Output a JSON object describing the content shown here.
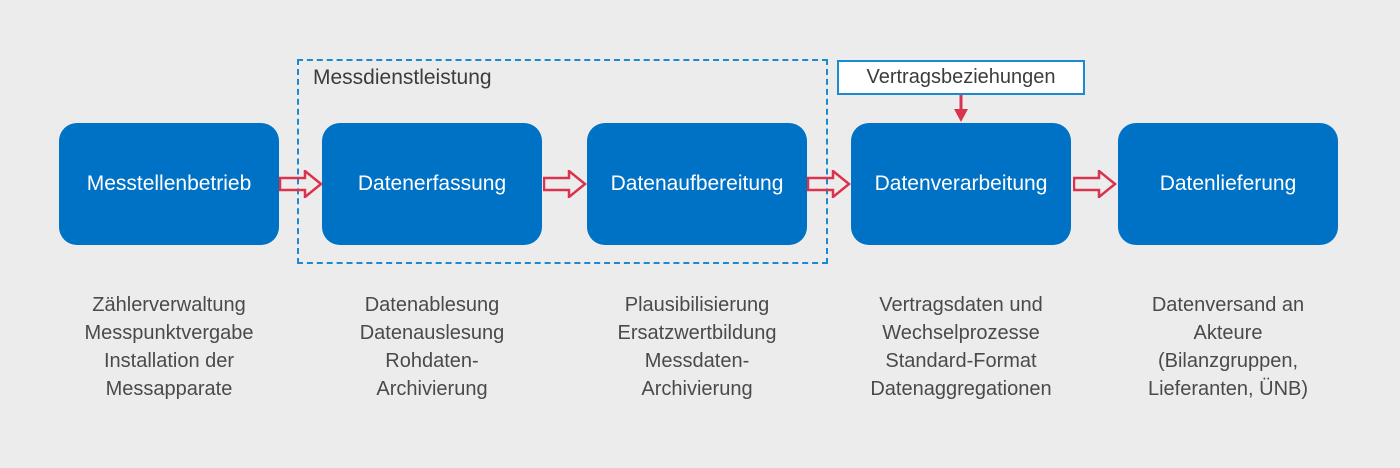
{
  "group": {
    "label": "Messdienstleistung"
  },
  "contract": {
    "label": "Vertragsbeziehungen"
  },
  "steps": [
    {
      "label": "Messtellenbetrieb",
      "details": [
        "Zählerverwaltung",
        "Messpunktvergabe",
        "Installation der",
        "Messapparate"
      ]
    },
    {
      "label": "Datenerfassung",
      "details": [
        "Datenablesung",
        "Datenauslesung",
        "Rohdaten-",
        "Archivierung"
      ]
    },
    {
      "label": "Datenaufbereitung",
      "details": [
        "Plausibilisierung",
        "Ersatzwertbildung",
        "Messdaten-",
        "Archivierung"
      ]
    },
    {
      "label": "Datenverarbeitung",
      "details": [
        "Vertragsdaten und",
        "Wechselprozesse",
        "Standard-Format",
        "Datenaggregationen"
      ]
    },
    {
      "label": "Datenlieferung",
      "details": [
        "Datenversand an",
        "Akteure",
        "(Bilanzgruppen,",
        "Lieferanten, ÜNB)"
      ]
    }
  ],
  "colors": {
    "background": "#ececec",
    "box_fill": "#0072c6",
    "frame_blue": "#1b8ad1",
    "arrow_red": "#d9344f"
  }
}
